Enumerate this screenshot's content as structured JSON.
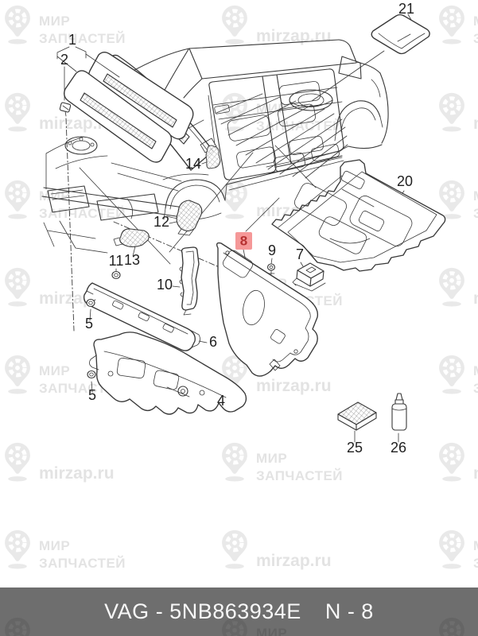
{
  "diagram": {
    "title": "Sound insulation exploded parts diagram",
    "highlighted_part": "8",
    "parts": {
      "p1": {
        "label": "1"
      },
      "p2": {
        "label": "2"
      },
      "p4": {
        "label": "4"
      },
      "p5a": {
        "label": "5"
      },
      "p5b": {
        "label": "5"
      },
      "p6": {
        "label": "6"
      },
      "p7": {
        "label": "7"
      },
      "p8": {
        "label": "8"
      },
      "p9": {
        "label": "9"
      },
      "p10": {
        "label": "10"
      },
      "p11": {
        "label": "11"
      },
      "p12": {
        "label": "12"
      },
      "p13": {
        "label": "13"
      },
      "p14": {
        "label": "14"
      },
      "p20": {
        "label": "20"
      },
      "p21": {
        "label": "21"
      },
      "p25": {
        "label": "25"
      },
      "p26": {
        "label": "26"
      }
    }
  },
  "watermark": {
    "icon": "map-pin-icon",
    "brand_line1": "МИР",
    "brand_line2": "ЗАПЧАСТЕЙ",
    "domain": "mirzap.ru",
    "rows": 8,
    "cols": 3,
    "row_start": 5,
    "row_spacing": 110,
    "col_start": 2,
    "col_spacing": 273
  },
  "footer": {
    "catalog_code": "VAG - 5NB863934E",
    "page_ref": "N - 8"
  },
  "colors": {
    "line": "#383838",
    "label_text": "#1f1f1f",
    "highlight_bg": "#f59898",
    "highlight_text": "#b53030",
    "watermark_icon": "#e9e9e9",
    "watermark_text": "#e3e3e3",
    "footer_bg": "rgba(0,0,0,0.57)",
    "footer_text": "#f8f8f8"
  }
}
